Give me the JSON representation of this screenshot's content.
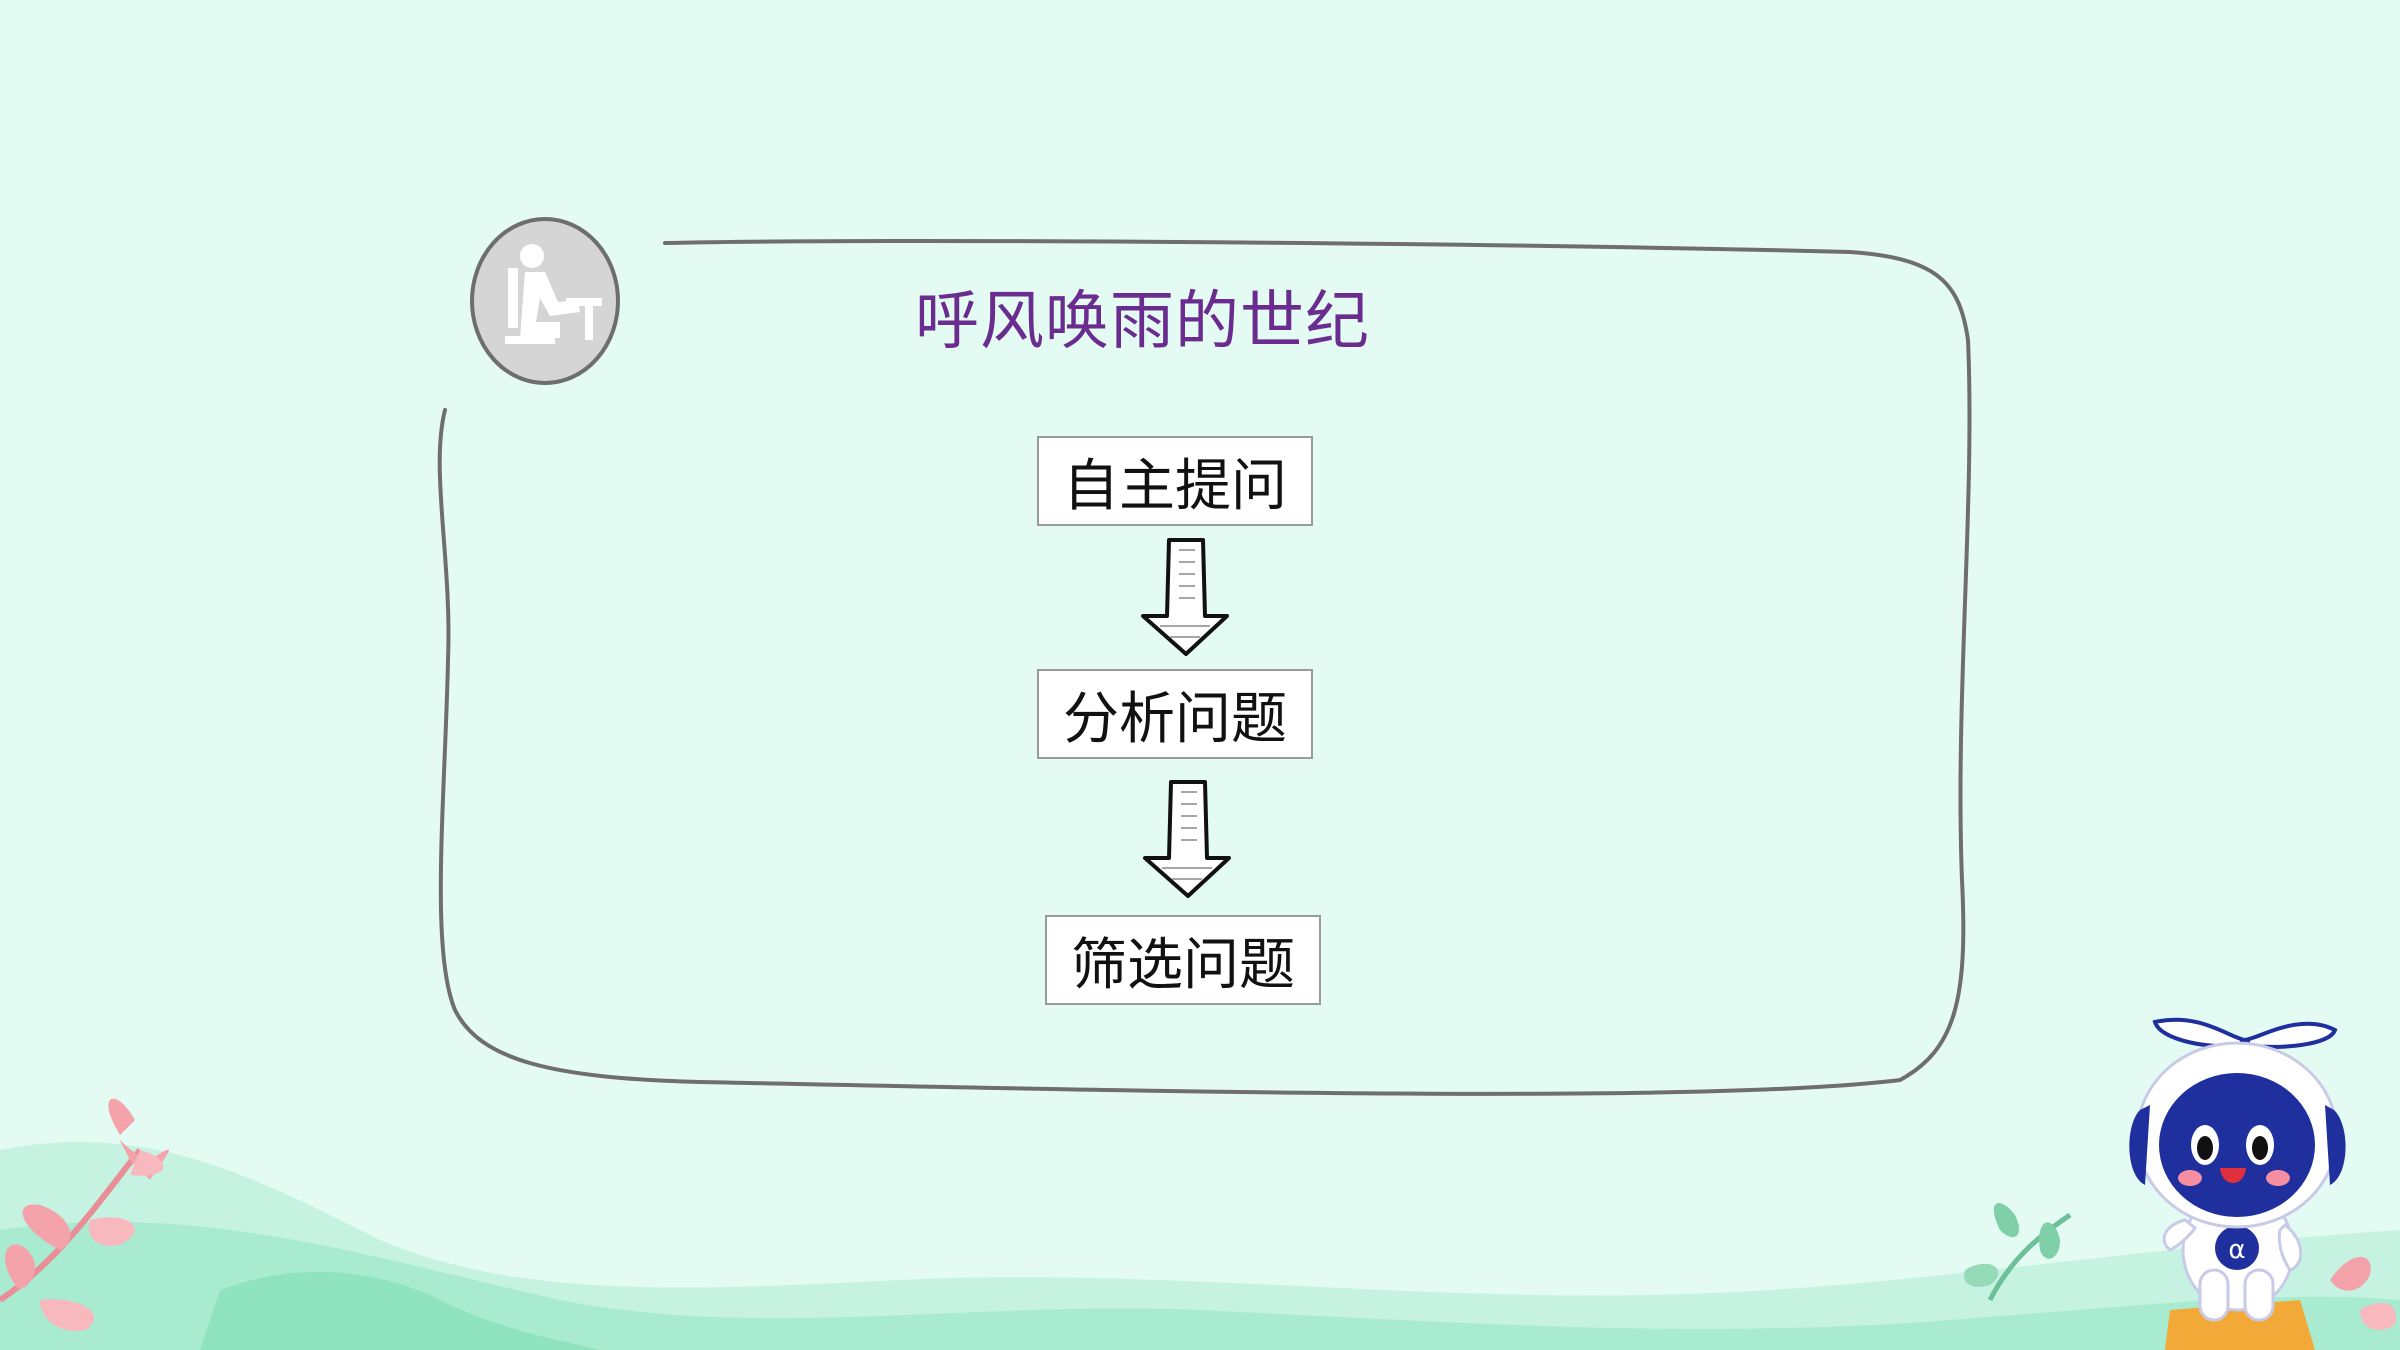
{
  "title": "呼风唤雨的世纪",
  "flow": {
    "steps": [
      "自主提问",
      "分析问题",
      "筛选问题"
    ]
  },
  "colors": {
    "background": "#e4fbf3",
    "title": "#6a2d8f",
    "frame": "#6e6e6e",
    "box_border": "#9a9a9a",
    "hill_light": "#b6efd9",
    "hill_dark": "#8fe3c0",
    "leaf_pink": "#f4a3aa",
    "leaf_green": "#7fcfa8",
    "robot_blue": "#1f2f9e"
  },
  "icons": {
    "badge": "student-at-desk-icon",
    "arrow": "down-arrow-icon",
    "mascot": "robot-mascot"
  }
}
